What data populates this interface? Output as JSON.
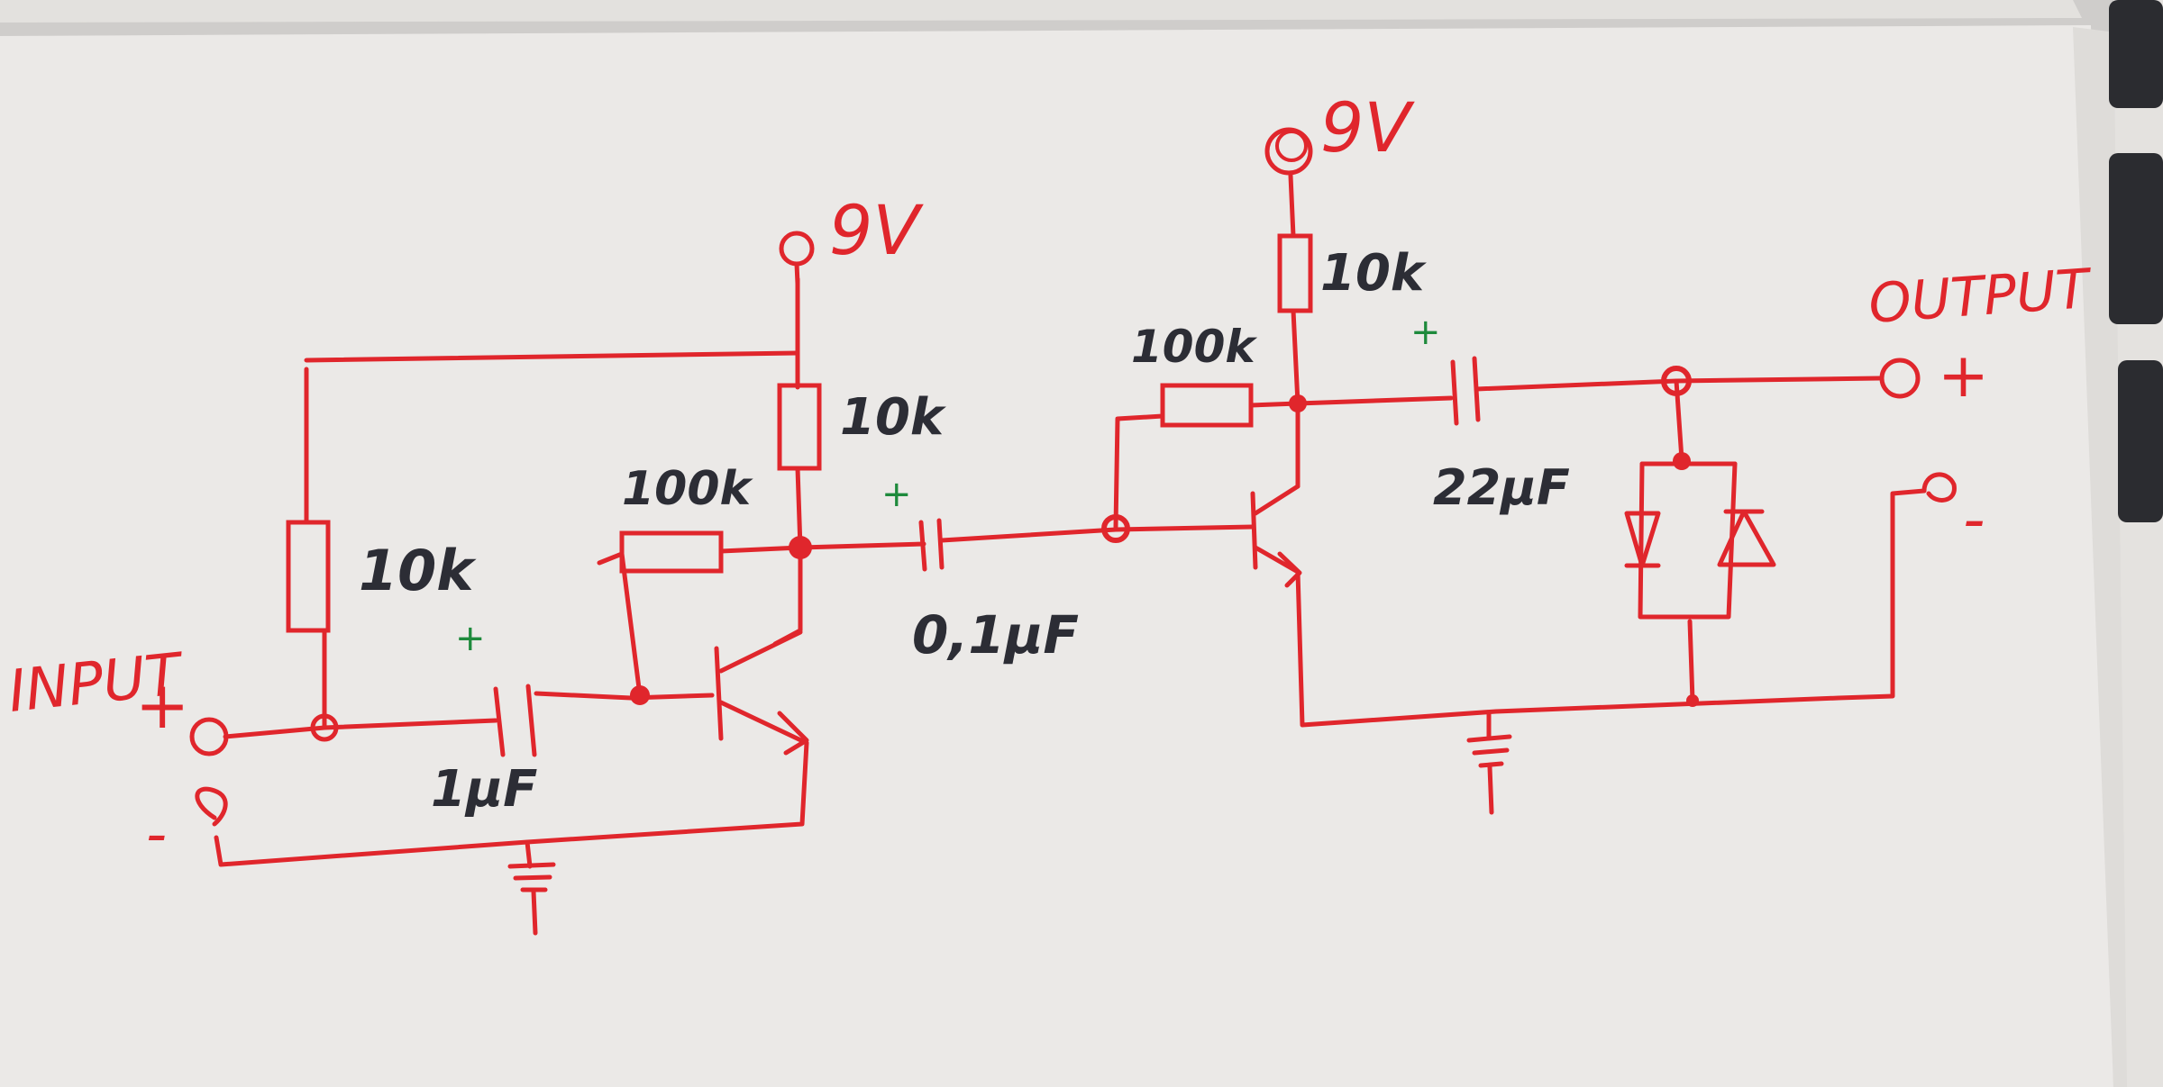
{
  "schematic": {
    "labels": {
      "input": "INPUT",
      "input_plus": "+",
      "input_minus": "-",
      "output": "OUTPUT",
      "output_plus": "+",
      "output_minus": "-",
      "supply_1": "9V",
      "supply_2": "9V",
      "polarity_mark": "+"
    },
    "components": {
      "r1": "10k",
      "r2": "10k",
      "r3": "100k",
      "r4": "100k",
      "r5": "10k",
      "c1": "1µF",
      "c2": "0,1µF",
      "c3": "22µF"
    },
    "colors": {
      "ink": "#e0262c",
      "label_ink": "#2c2d35",
      "polarity_ink": "#1e8a3c",
      "paper": "#ebe9e7"
    }
  }
}
